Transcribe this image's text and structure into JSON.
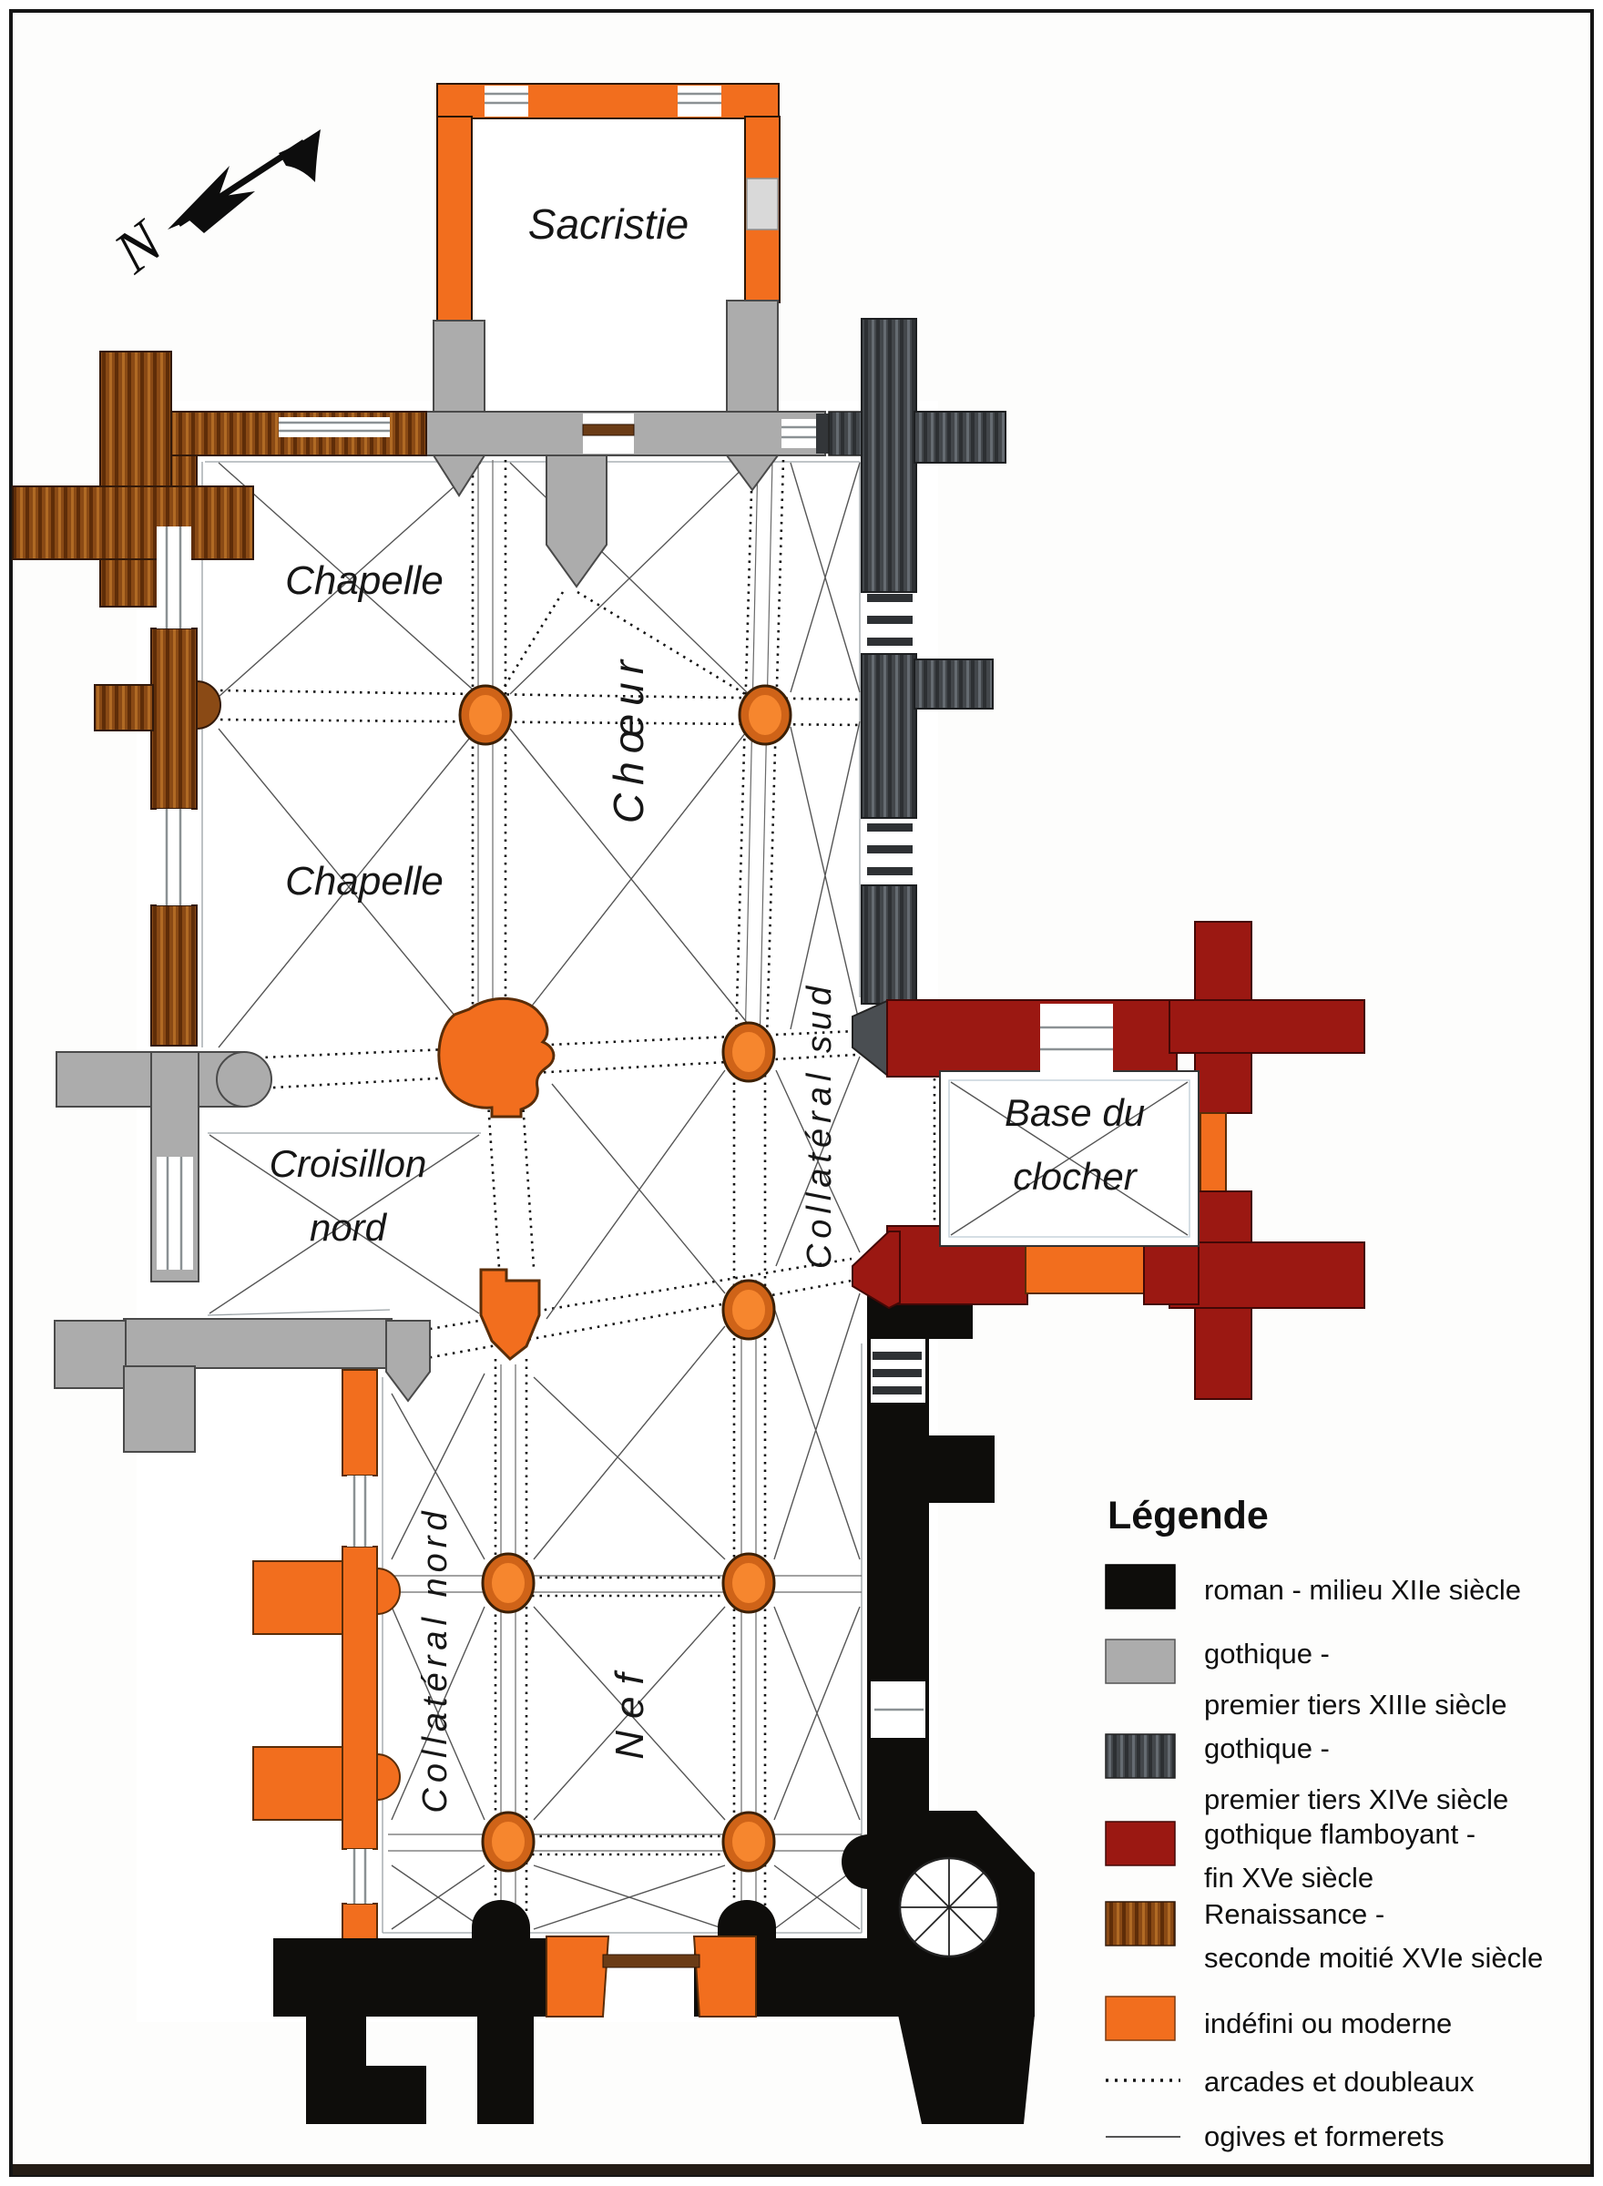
{
  "colors": {
    "roman": "#0e0d0b",
    "gothique13": "#acacac",
    "gothique14": "#43474b",
    "gothique14_stripe1": "#2d3033",
    "gothique14_stripe2": "#656b71",
    "flamboyant": "#9b1812",
    "renaissance": "#8a4a15",
    "renaissance_stripe1": "#5f2d08",
    "renaissance_stripe2": "#b06a24",
    "moderne": "#f26e1e",
    "pillar_ring": "#cf6318",
    "pillar_core": "#f6862e",
    "wall_outline": "#1f1f1f",
    "ogive_line": "#565656",
    "arcade_line": "#141414",
    "room_frame": "#c3cfd8"
  },
  "north": {
    "label": "N"
  },
  "rooms": {
    "sacristie": "Sacristie",
    "chapelle_1": "Chapelle",
    "chapelle_2": "Chapelle",
    "choeur": "Chœur",
    "collateral_sud": "Collatéral sud",
    "croisillon_nord_1": "Croisillon",
    "croisillon_nord_2": "nord",
    "base_du_clocher_1": "Base du",
    "base_du_clocher_2": "clocher",
    "collateral_nord": "Collatéral nord",
    "nef": "Nef"
  },
  "legend": {
    "title": "Légende",
    "items": [
      {
        "key": "roman",
        "line1": "roman - milieu XIIe siècle",
        "line2": ""
      },
      {
        "key": "gothique13",
        "line1": "gothique -",
        "line2": "premier tiers XIIIe siècle"
      },
      {
        "key": "gothique14",
        "line1": "gothique -",
        "line2": "premier tiers XIVe siècle"
      },
      {
        "key": "flamboyant",
        "line1": "gothique flamboyant -",
        "line2": "fin XVe siècle"
      },
      {
        "key": "renaissance",
        "line1": "Renaissance -",
        "line2": "seconde moitié XVIe siècle"
      },
      {
        "key": "moderne",
        "line1": "indéfini ou moderne",
        "line2": ""
      },
      {
        "key": "arcades",
        "line1": "arcades et doubleaux",
        "line2": ""
      },
      {
        "key": "ogives",
        "line1": "ogives et formerets",
        "line2": ""
      }
    ]
  }
}
